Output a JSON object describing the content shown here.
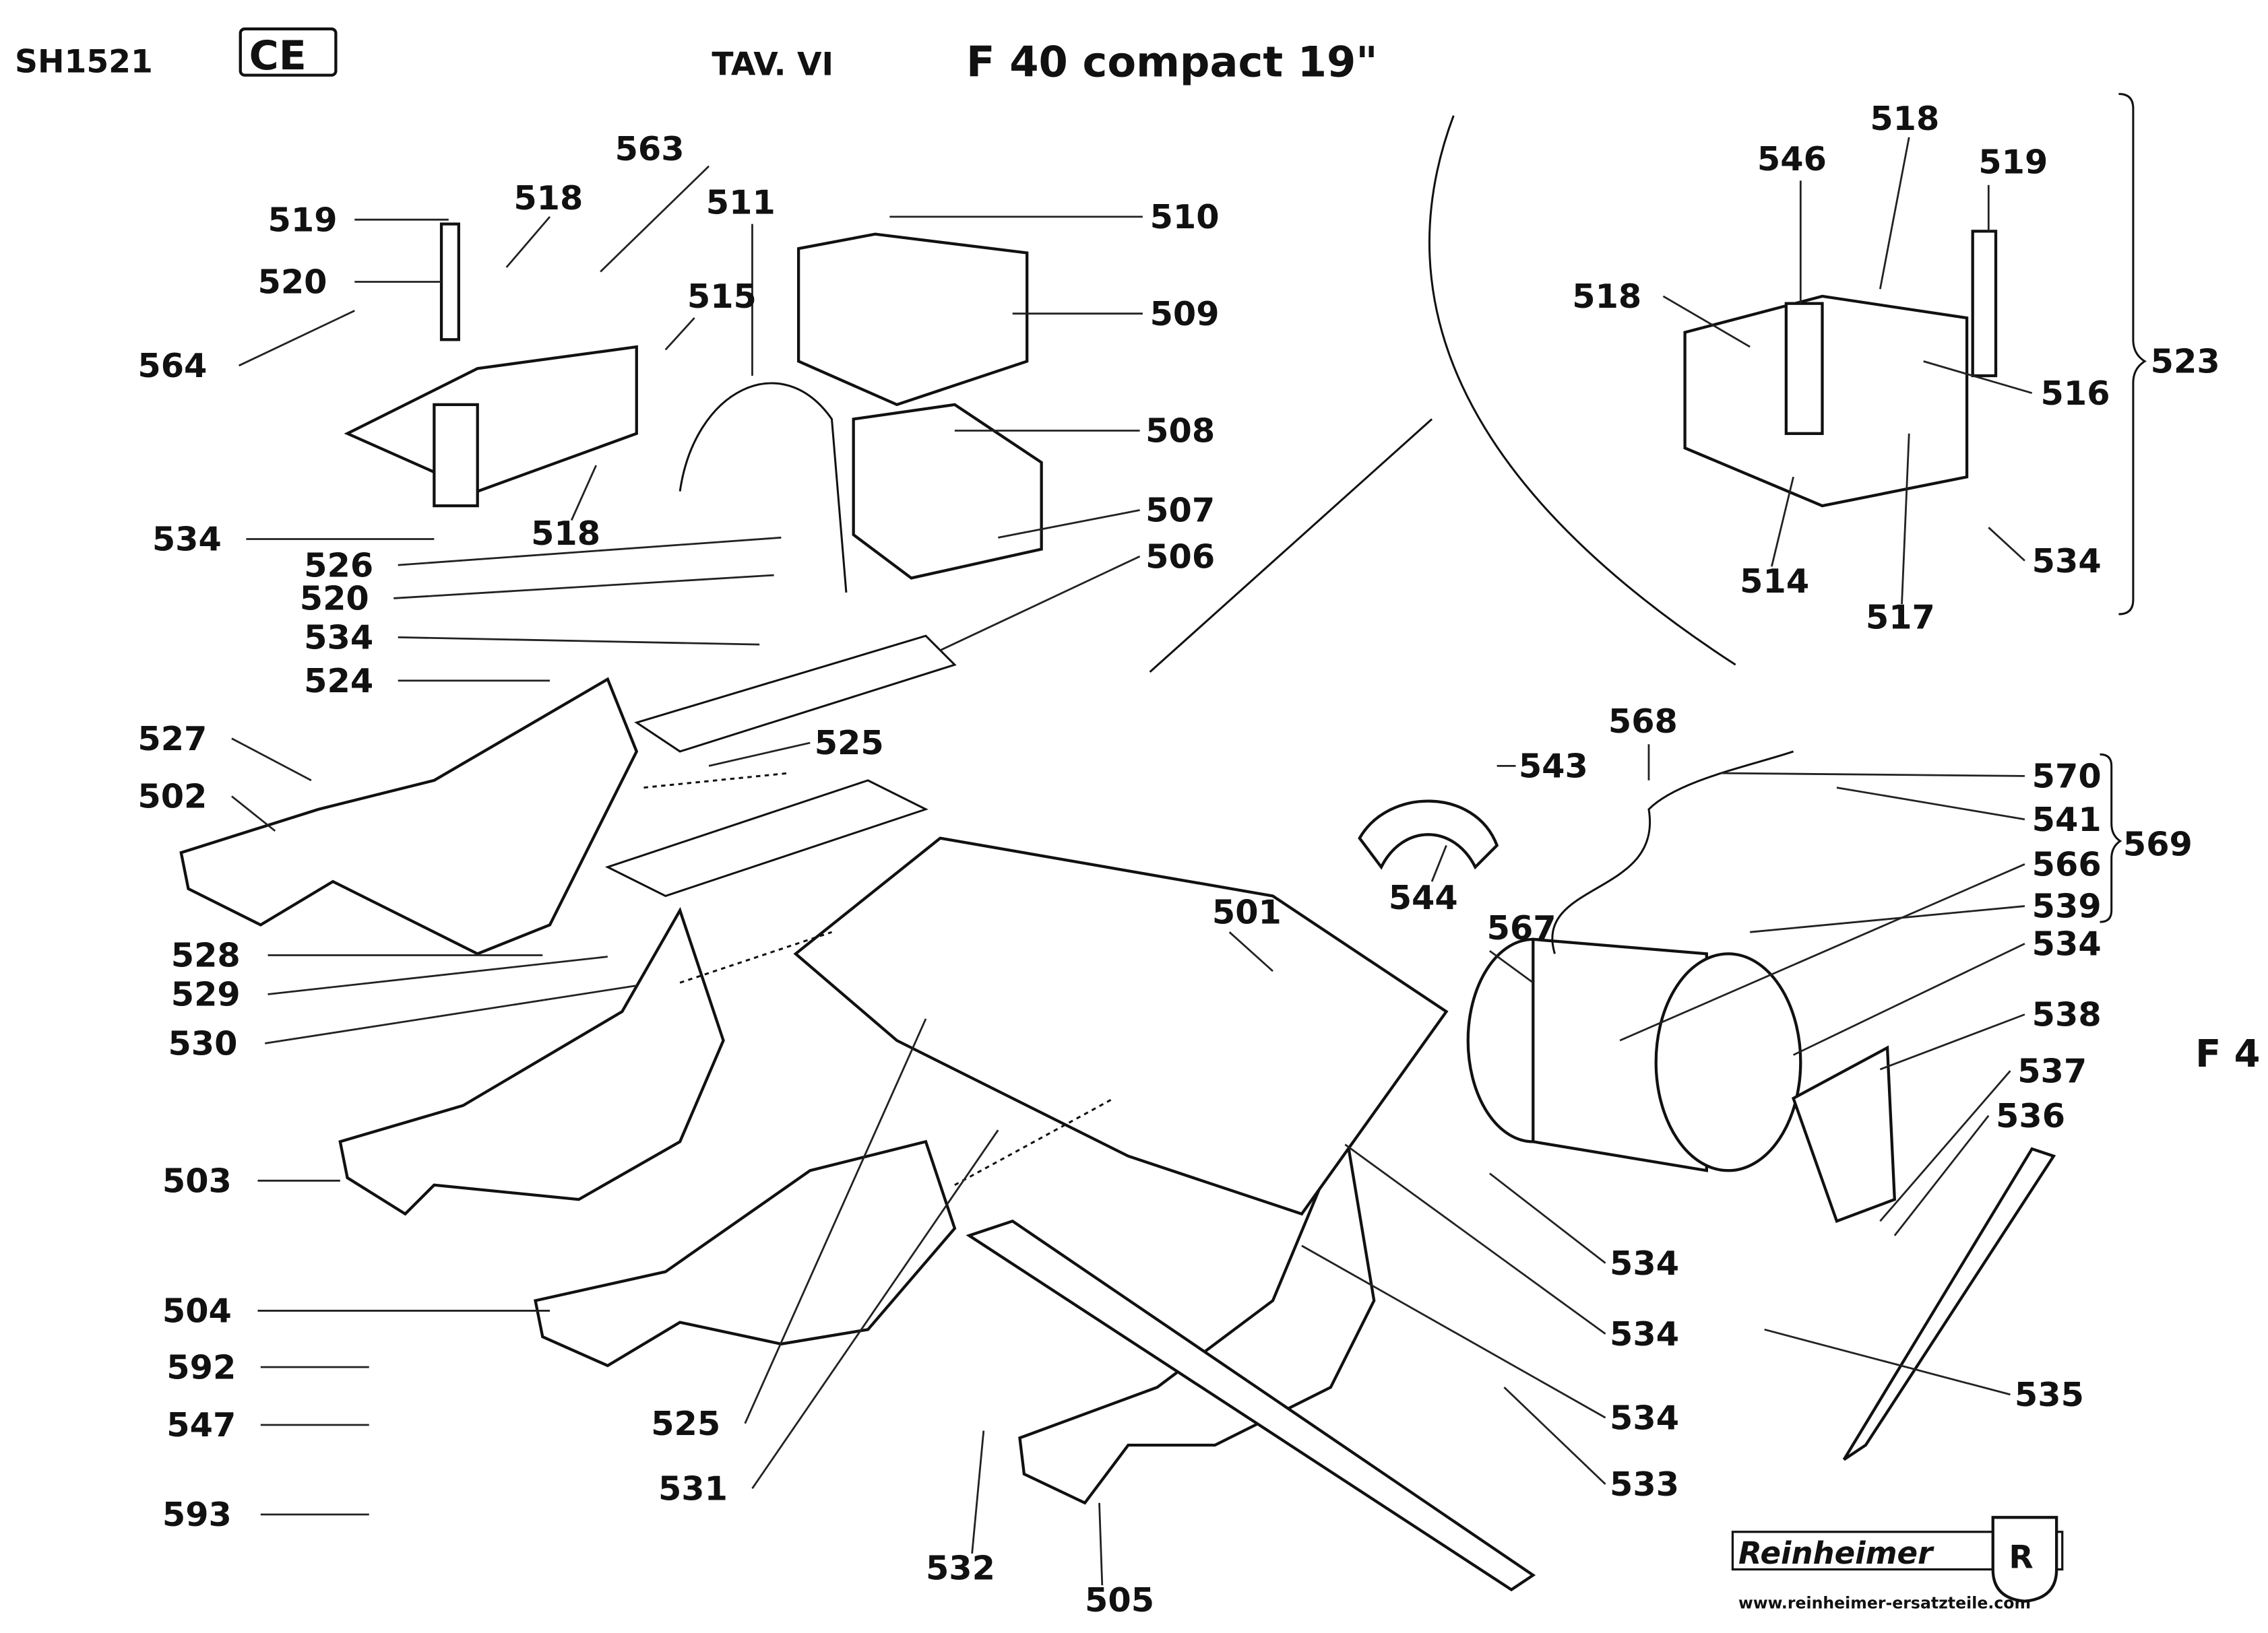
{
  "header": {
    "code": "SH1521",
    "ce_mark": "CE",
    "table": "TAV. VI",
    "model": "F 40 compact 19\""
  },
  "side_mark": "F 4",
  "logo": {
    "brand": "Reinheimer",
    "emblem_letter": "R",
    "url": "www.reinheimer-ersatzteile.com"
  },
  "labels": [
    "519",
    "520",
    "518",
    "563",
    "511",
    "515",
    "510",
    "509",
    "564",
    "508",
    "507",
    "506",
    "534",
    "518",
    "526",
    "520",
    "534",
    "524",
    "527",
    "525",
    "502",
    "528",
    "529",
    "530",
    "501",
    "503",
    "504",
    "592",
    "547",
    "593",
    "525",
    "531",
    "532",
    "505",
    "533",
    "534",
    "534",
    "534",
    "535",
    "536",
    "537",
    "538",
    "534",
    "539",
    "566",
    "541",
    "570",
    "569",
    "568",
    "543",
    "544",
    "567",
    "518",
    "546",
    "519",
    "518",
    "523",
    "516",
    "514",
    "517",
    "534"
  ]
}
